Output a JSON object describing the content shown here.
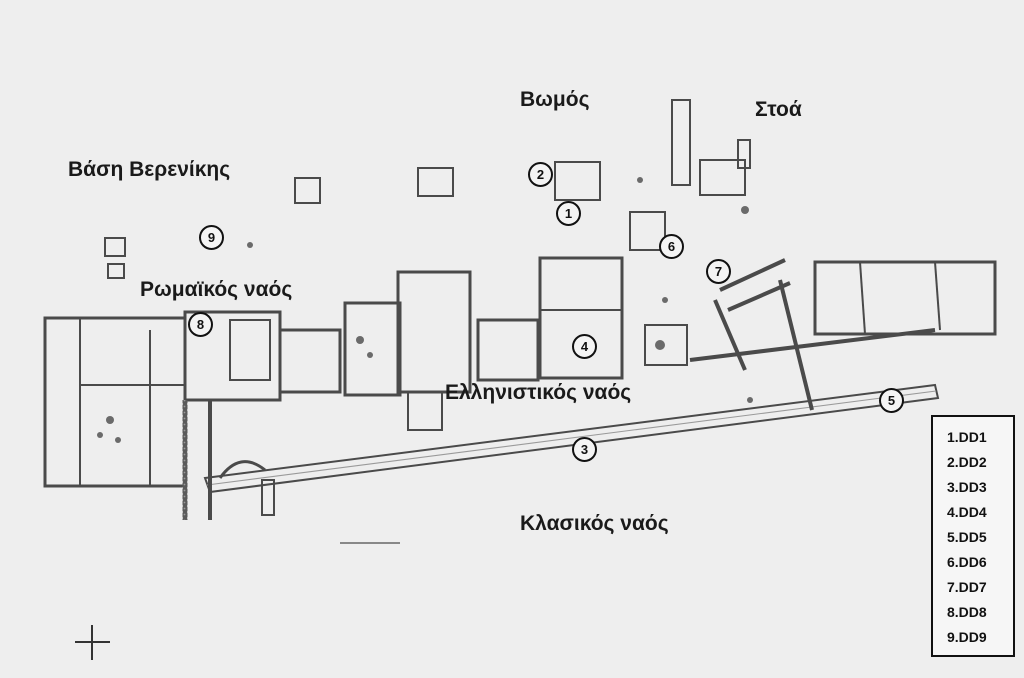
{
  "labels": {
    "bomos": "Βωμός",
    "stoa": "Στοά",
    "vasi_berenikis": "Βάση Βερενίκης",
    "romaikos_naos": "Ρωμαϊκός ναός",
    "ellinistikos_naos": "Ελληνιστικός ναός",
    "klasikos_naos": "Κλασικός ναός"
  },
  "markers": [
    "1",
    "2",
    "3",
    "4",
    "5",
    "6",
    "7",
    "8",
    "9"
  ],
  "legend": [
    "1.DD1",
    "2.DD2",
    "3.DD3",
    "4.DD4",
    "5.DD5",
    "6.DD6",
    "7.DD7",
    "8.DD8",
    "9.DD9"
  ]
}
